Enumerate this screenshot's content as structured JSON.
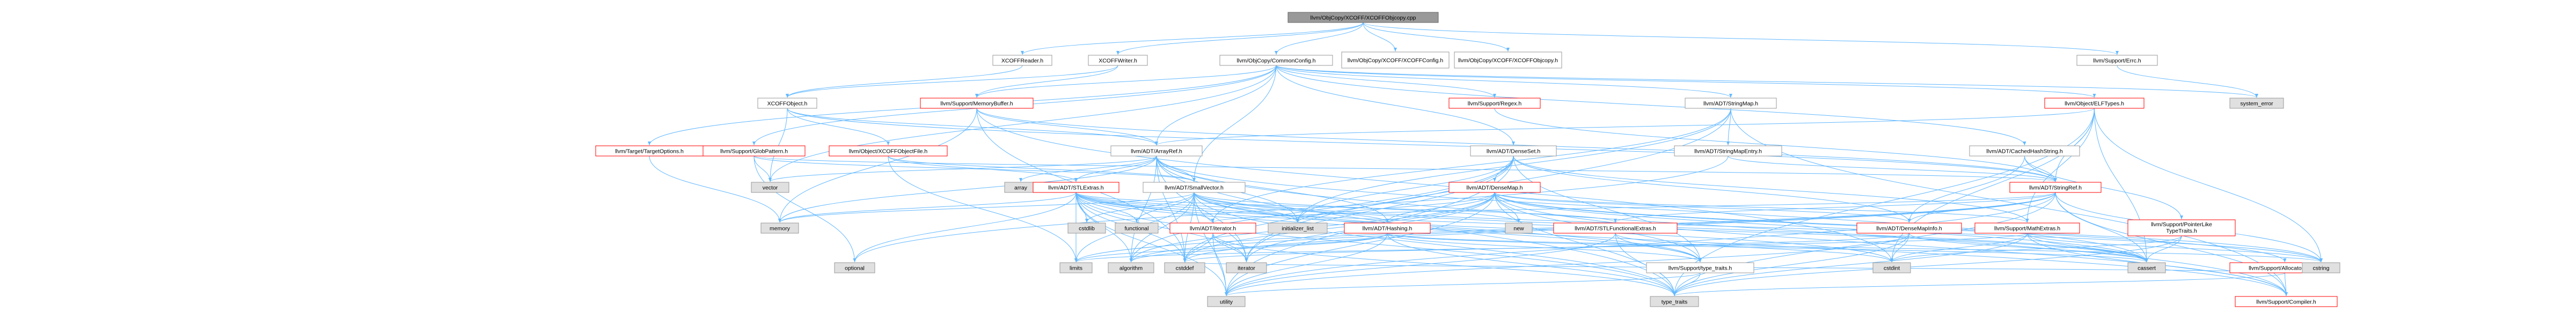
{
  "colors": {
    "root_fill": "#999999",
    "node_fill": "#ffffff",
    "node_border": "#999999",
    "link_border": "#ff0000",
    "external_fill": "#e0e0e0",
    "edge": "#63b8ff",
    "text": "#000000"
  },
  "nodes": [
    {
      "id": "root",
      "label": "llvm/ObjCopy/XCOFF/XCOFFObjcopy.cpp",
      "kind": "root"
    },
    {
      "id": "xcoffreader",
      "label": "XCOFFReader.h",
      "kind": "normal"
    },
    {
      "id": "xcoffwriter",
      "label": "XCOFFWriter.h",
      "kind": "normal"
    },
    {
      "id": "commonconfig",
      "label": "llvm/ObjCopy/CommonConfig.h",
      "kind": "normal"
    },
    {
      "id": "xcoffconfigh",
      "label": "llvm/ObjCopy/XCOFF/XCOFFConfig.h",
      "kind": "normal"
    },
    {
      "id": "xcoffobjcopyh",
      "label": "llvm/ObjCopy/XCOFF/XCOFFObjcopy.h",
      "kind": "normal"
    },
    {
      "id": "errc",
      "label": "llvm/Support/Errc.h",
      "kind": "normal"
    },
    {
      "id": "xcoffobject",
      "label": "XCOFFObject.h",
      "kind": "normal"
    },
    {
      "id": "targetoptions",
      "label": "llvm/Target/TargetOptions.h",
      "kind": "linked"
    },
    {
      "id": "memorybuffer",
      "label": "llvm/Support/MemoryBuffer.h",
      "kind": "linked"
    },
    {
      "id": "regex",
      "label": "llvm/Support/Regex.h",
      "kind": "linked"
    },
    {
      "id": "stringmap",
      "label": "llvm/ADT/StringMap.h",
      "kind": "normal"
    },
    {
      "id": "elftypes",
      "label": "llvm/Object/ELFTypes.h",
      "kind": "linked"
    },
    {
      "id": "systemerror",
      "label": "system_error",
      "kind": "external"
    },
    {
      "id": "globpattern",
      "label": "llvm/Support/GlobPattern.h",
      "kind": "linked"
    },
    {
      "id": "xcoffobjectfile",
      "label": "llvm/Object/XCOFFObjectFile.h",
      "kind": "linked"
    },
    {
      "id": "arrayref",
      "label": "llvm/ADT/ArrayRef.h",
      "kind": "normal"
    },
    {
      "id": "denseset",
      "label": "llvm/ADT/DenseSet.h",
      "kind": "normal"
    },
    {
      "id": "stringmapentry",
      "label": "llvm/ADT/StringMapEntry.h",
      "kind": "normal"
    },
    {
      "id": "cachedhashstring",
      "label": "llvm/ADT/CachedHashString.h",
      "kind": "normal"
    },
    {
      "id": "vector",
      "label": "vector",
      "kind": "external"
    },
    {
      "id": "array",
      "label": "array",
      "kind": "external"
    },
    {
      "id": "stlextras",
      "label": "llvm/ADT/STLExtras.h",
      "kind": "linked"
    },
    {
      "id": "smallvector",
      "label": "llvm/ADT/SmallVector.h",
      "kind": "normal"
    },
    {
      "id": "densemap",
      "label": "llvm/ADT/DenseMap.h",
      "kind": "linked"
    },
    {
      "id": "stringref",
      "label": "llvm/ADT/StringRef.h",
      "kind": "linked"
    },
    {
      "id": "memory",
      "label": "memory",
      "kind": "external"
    },
    {
      "id": "cstdlib",
      "label": "cstdlib",
      "kind": "external"
    },
    {
      "id": "functional",
      "label": "functional",
      "kind": "external"
    },
    {
      "id": "initializerlist",
      "label": "initializer_list",
      "kind": "external"
    },
    {
      "id": "new",
      "label": "new",
      "kind": "external"
    },
    {
      "id": "iteratorh",
      "label": "llvm/ADT/iterator.h",
      "kind": "linked"
    },
    {
      "id": "hashing",
      "label": "llvm/ADT/Hashing.h",
      "kind": "linked"
    },
    {
      "id": "stlfunctionalextras",
      "label": "llvm/ADT/STLFunctionalExtras.h",
      "kind": "linked"
    },
    {
      "id": "densemapinfo",
      "label": "llvm/ADT/DenseMapInfo.h",
      "kind": "linked"
    },
    {
      "id": "mathextras",
      "label": "llvm/Support/MathExtras.h",
      "kind": "linked"
    },
    {
      "id": "pointerliketypetraits",
      "label": "llvm/Support/PointerLike\nTypeTraits.h",
      "kind": "linked"
    },
    {
      "id": "allocatorbase",
      "label": "llvm/Support/AllocatorBase.h",
      "kind": "linked"
    },
    {
      "id": "optional",
      "label": "optional",
      "kind": "external"
    },
    {
      "id": "limits",
      "label": "limits",
      "kind": "external"
    },
    {
      "id": "algorithm",
      "label": "algorithm",
      "kind": "external"
    },
    {
      "id": "cstddef",
      "label": "cstddef",
      "kind": "external"
    },
    {
      "id": "iterator",
      "label": "iterator",
      "kind": "external"
    },
    {
      "id": "typetraitsh",
      "label": "llvm/Support/type_traits.h",
      "kind": "normal"
    },
    {
      "id": "cstdint",
      "label": "cstdint",
      "kind": "external"
    },
    {
      "id": "cassert",
      "label": "cassert",
      "kind": "external"
    },
    {
      "id": "cstring",
      "label": "cstring",
      "kind": "external"
    },
    {
      "id": "utility",
      "label": "utility",
      "kind": "external"
    },
    {
      "id": "typetraits",
      "label": "type_traits",
      "kind": "external"
    },
    {
      "id": "compiler",
      "label": "llvm/Support/Compiler.h",
      "kind": "linked"
    }
  ],
  "edges": [
    [
      "root",
      "xcoffreader"
    ],
    [
      "root",
      "xcoffwriter"
    ],
    [
      "root",
      "commonconfig"
    ],
    [
      "root",
      "xcoffconfigh"
    ],
    [
      "root",
      "xcoffobjcopyh"
    ],
    [
      "root",
      "errc"
    ],
    [
      "xcoffreader",
      "xcoffobject"
    ],
    [
      "xcoffwriter",
      "xcoffobject"
    ],
    [
      "xcoffwriter",
      "memorybuffer"
    ],
    [
      "commonconfig",
      "targetoptions"
    ],
    [
      "commonconfig",
      "memorybuffer"
    ],
    [
      "commonconfig",
      "regex"
    ],
    [
      "commonconfig",
      "stringmap"
    ],
    [
      "commonconfig",
      "elftypes"
    ],
    [
      "commonconfig",
      "globpattern"
    ],
    [
      "commonconfig",
      "arrayref"
    ],
    [
      "commonconfig",
      "denseset"
    ],
    [
      "commonconfig",
      "smallvector"
    ],
    [
      "commonconfig",
      "cachedhashstring"
    ],
    [
      "commonconfig",
      "vector"
    ],
    [
      "commonconfig",
      "systemerror"
    ],
    [
      "errc",
      "systemerror"
    ],
    [
      "xcoffobject",
      "xcoffobjectfile"
    ],
    [
      "xcoffobject",
      "arrayref"
    ],
    [
      "xcoffobject",
      "stringref"
    ],
    [
      "xcoffobject",
      "vector"
    ],
    [
      "targetoptions",
      "memory"
    ],
    [
      "memorybuffer",
      "arrayref"
    ],
    [
      "memorybuffer",
      "stringref"
    ],
    [
      "memorybuffer",
      "memory"
    ],
    [
      "memorybuffer",
      "cstddef"
    ],
    [
      "memorybuffer",
      "cstdint"
    ],
    [
      "regex",
      "stringref"
    ],
    [
      "stringmap",
      "stringmapentry"
    ],
    [
      "stringmap",
      "iteratorh"
    ],
    [
      "stringmap",
      "initializerlist"
    ],
    [
      "stringmap",
      "iterator"
    ],
    [
      "stringmap",
      "compiler"
    ],
    [
      "elftypes",
      "arrayref"
    ],
    [
      "elftypes",
      "stringref"
    ],
    [
      "elftypes",
      "mathextras"
    ],
    [
      "elftypes",
      "cassert"
    ],
    [
      "elftypes",
      "cstdint"
    ],
    [
      "elftypes",
      "cstring"
    ],
    [
      "elftypes",
      "typetraits"
    ],
    [
      "globpattern",
      "smallvector"
    ],
    [
      "globpattern",
      "stringref"
    ],
    [
      "globpattern",
      "optional"
    ],
    [
      "globpattern",
      "vector"
    ],
    [
      "xcoffobjectfile",
      "smallvector"
    ],
    [
      "xcoffobjectfile",
      "stlextras"
    ],
    [
      "xcoffobjectfile",
      "limits"
    ],
    [
      "arrayref",
      "hashing"
    ],
    [
      "arrayref",
      "smallvector"
    ],
    [
      "arrayref",
      "stlextras"
    ],
    [
      "arrayref",
      "compiler"
    ],
    [
      "arrayref",
      "algorithm"
    ],
    [
      "arrayref",
      "array"
    ],
    [
      "arrayref",
      "cassert"
    ],
    [
      "arrayref",
      "cstddef"
    ],
    [
      "arrayref",
      "initializerlist"
    ],
    [
      "arrayref",
      "iterator"
    ],
    [
      "arrayref",
      "memory"
    ],
    [
      "arrayref",
      "typetraits"
    ],
    [
      "arrayref",
      "vector"
    ],
    [
      "denseset",
      "densemap"
    ],
    [
      "denseset",
      "densemapinfo"
    ],
    [
      "denseset",
      "mathextras"
    ],
    [
      "denseset",
      "typetraitsh"
    ],
    [
      "denseset",
      "algorithm"
    ],
    [
      "denseset",
      "cstddef"
    ],
    [
      "denseset",
      "initializerlist"
    ],
    [
      "denseset",
      "iterator"
    ],
    [
      "denseset",
      "utility"
    ],
    [
      "stringmapentry",
      "stringref"
    ],
    [
      "stringmapentry",
      "optional"
    ],
    [
      "cachedhashstring",
      "densemapinfo"
    ],
    [
      "cachedhashstring",
      "stringref"
    ],
    [
      "cachedhashstring",
      "pointerliketypetraits"
    ],
    [
      "stlextras",
      "stlfunctionalextras"
    ],
    [
      "stlextras",
      "hashing"
    ],
    [
      "stlextras",
      "iteratorh"
    ],
    [
      "stlextras",
      "typetraitsh"
    ],
    [
      "stlextras",
      "algorithm"
    ],
    [
      "stlextras",
      "cassert"
    ],
    [
      "stlextras",
      "cstddef"
    ],
    [
      "stlextras",
      "cstdint"
    ],
    [
      "stlextras",
      "cstdlib"
    ],
    [
      "stlextras",
      "functional"
    ],
    [
      "stlextras",
      "initializerlist"
    ],
    [
      "stlextras",
      "iterator"
    ],
    [
      "stlextras",
      "limits"
    ],
    [
      "stlextras",
      "memory"
    ],
    [
      "stlextras",
      "optional"
    ],
    [
      "stlextras",
      "utility"
    ],
    [
      "stlextras",
      "typetraits"
    ],
    [
      "smallvector",
      "compiler"
    ],
    [
      "smallvector",
      "typetraitsh"
    ],
    [
      "smallvector",
      "algorithm"
    ],
    [
      "smallvector",
      "cassert"
    ],
    [
      "smallvector",
      "cstddef"
    ],
    [
      "smallvector",
      "cstdlib"
    ],
    [
      "smallvector",
      "cstring"
    ],
    [
      "smallvector",
      "functional"
    ],
    [
      "smallvector",
      "initializerlist"
    ],
    [
      "smallvector",
      "iterator"
    ],
    [
      "smallvector",
      "limits"
    ],
    [
      "smallvector",
      "memory"
    ],
    [
      "smallvector",
      "new"
    ],
    [
      "smallvector",
      "typetraits"
    ],
    [
      "smallvector",
      "utility"
    ],
    [
      "densemap",
      "densemapinfo"
    ],
    [
      "densemap",
      "mathextras"
    ],
    [
      "densemap",
      "allocatorbase"
    ],
    [
      "densemap",
      "compiler"
    ],
    [
      "densemap",
      "typetraitsh"
    ],
    [
      "densemap",
      "algorithm"
    ],
    [
      "densemap",
      "cassert"
    ],
    [
      "densemap",
      "cstddef"
    ],
    [
      "densemap",
      "cstring"
    ],
    [
      "densemap",
      "initializerlist"
    ],
    [
      "densemap",
      "iterator"
    ],
    [
      "densemap",
      "new"
    ],
    [
      "densemap",
      "typetraits"
    ],
    [
      "densemap",
      "utility"
    ],
    [
      "densemap",
      "hashing"
    ],
    [
      "stringref",
      "densemapinfo"
    ],
    [
      "stringref",
      "stlfunctionalextras"
    ],
    [
      "stringref",
      "iteratorh"
    ],
    [
      "stringref",
      "compiler"
    ],
    [
      "stringref",
      "algorithm"
    ],
    [
      "stringref",
      "cassert"
    ],
    [
      "stringref",
      "cstddef"
    ],
    [
      "stringref",
      "cstring"
    ],
    [
      "stringref",
      "limits"
    ],
    [
      "stringref",
      "typetraits"
    ],
    [
      "stringref",
      "utility"
    ],
    [
      "iteratorh",
      "cstddef"
    ],
    [
      "iteratorh",
      "iterator"
    ],
    [
      "iteratorh",
      "typetraits"
    ],
    [
      "iteratorh",
      "utility"
    ],
    [
      "hashing",
      "typetraitsh"
    ],
    [
      "hashing",
      "algorithm"
    ],
    [
      "hashing",
      "cassert"
    ],
    [
      "hashing",
      "cstring"
    ],
    [
      "hashing",
      "utility"
    ],
    [
      "hashing",
      "typetraits"
    ],
    [
      "hashing",
      "limits"
    ],
    [
      "stlfunctionalextras",
      "typetraits"
    ],
    [
      "stlfunctionalextras",
      "cstdint"
    ],
    [
      "stlfunctionalextras",
      "utility"
    ],
    [
      "stlfunctionalextras",
      "typetraitsh"
    ],
    [
      "densemapinfo",
      "cassert"
    ],
    [
      "densemapinfo",
      "cstddef"
    ],
    [
      "densemapinfo",
      "cstdint"
    ],
    [
      "densemapinfo",
      "utility"
    ],
    [
      "densemapinfo",
      "typetraits"
    ],
    [
      "mathextras",
      "compiler"
    ],
    [
      "mathextras",
      "cassert"
    ],
    [
      "mathextras",
      "cstdint"
    ],
    [
      "mathextras",
      "cstring"
    ],
    [
      "mathextras",
      "limits"
    ],
    [
      "mathextras",
      "typetraits"
    ],
    [
      "pointerliketypetraits",
      "typetraits"
    ],
    [
      "pointerliketypetraits",
      "cassert"
    ],
    [
      "pointerliketypetraits",
      "cstdint"
    ],
    [
      "allocatorbase",
      "compiler"
    ],
    [
      "allocatorbase",
      "typetraits"
    ],
    [
      "allocatorbase",
      "cstddef"
    ],
    [
      "typetraitsh",
      "typetraits"
    ],
    [
      "typetraitsh",
      "utility"
    ]
  ]
}
